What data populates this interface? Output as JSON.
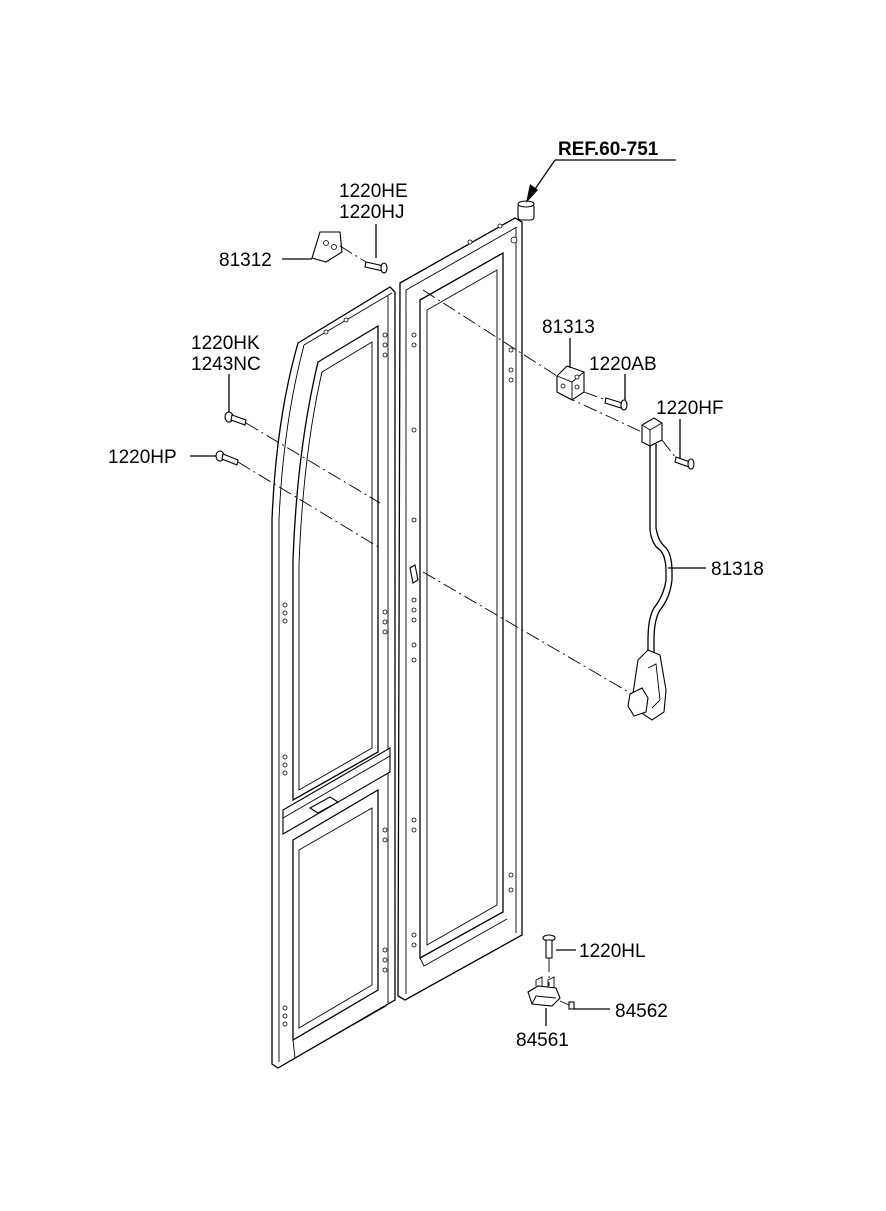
{
  "diagram": {
    "labels": {
      "ref": "REF.60-751",
      "p1220HE": "1220HE",
      "p1220HJ": "1220HJ",
      "p81312": "81312",
      "p1220HK": "1220HK",
      "p1243NC": "1243NC",
      "p1220HP": "1220HP",
      "p81313": "81313",
      "p1220AB": "1220AB",
      "p1220HF": "1220HF",
      "p81318": "81318",
      "p1220HL": "1220HL",
      "p84562": "84562",
      "p84561": "84561"
    }
  }
}
